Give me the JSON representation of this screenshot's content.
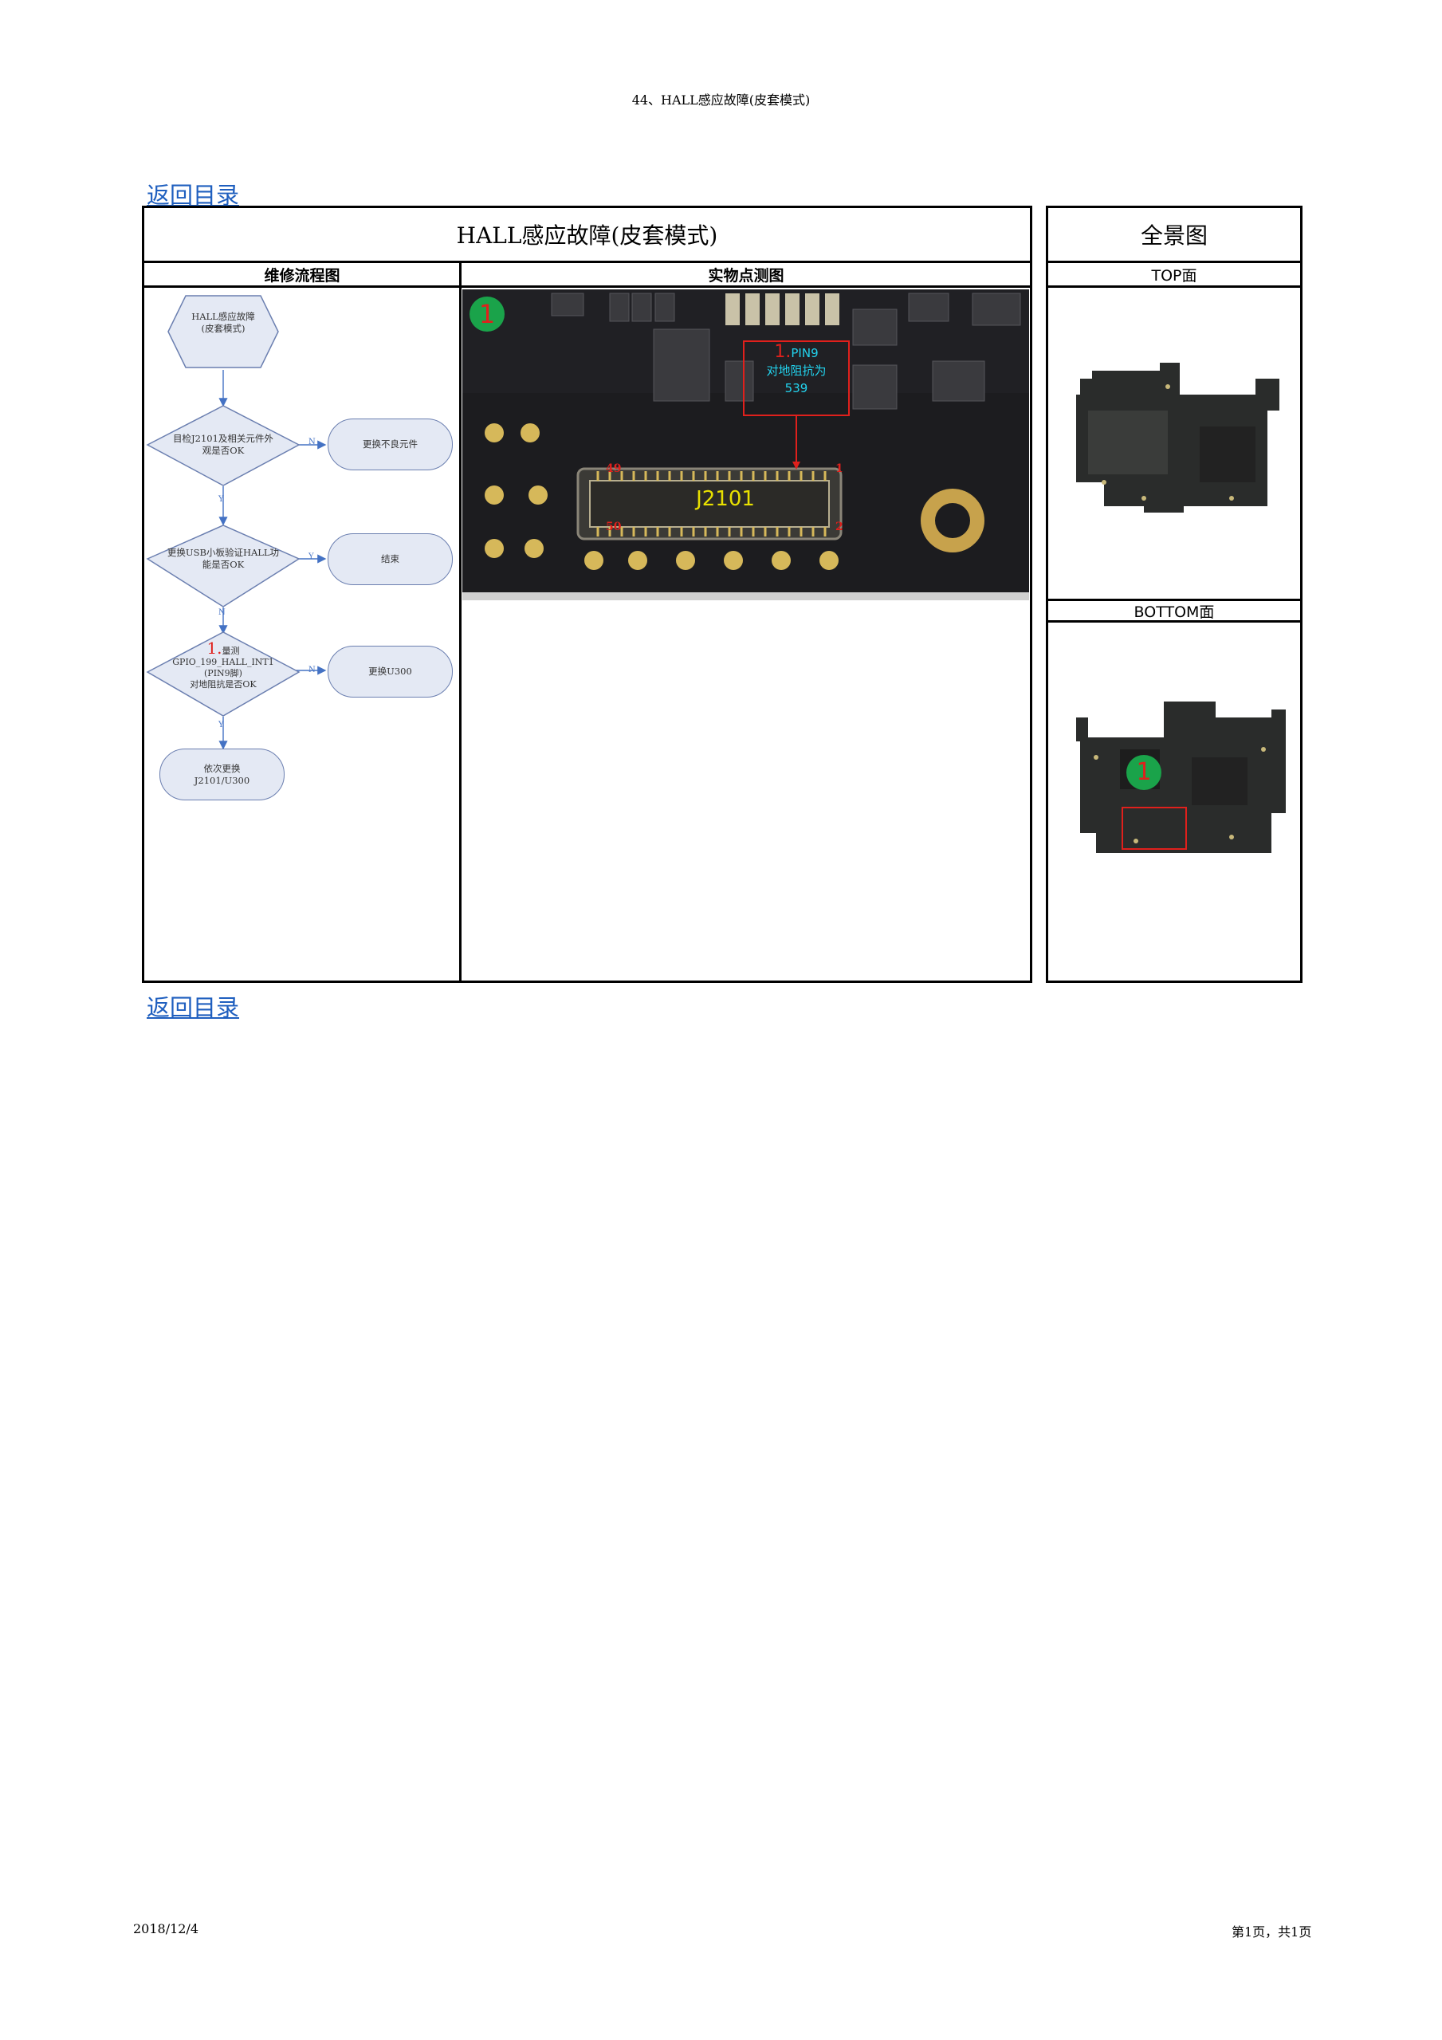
{
  "header": {
    "title": "44、HALL感应故障(皮套模式)"
  },
  "links": {
    "back_top": "返回目录",
    "back_bottom": "返回目录"
  },
  "table": {
    "main_title": "HALL感应故障(皮套模式)",
    "col_flow": "维修流程图",
    "col_photo": "实物点测图",
    "overview_title": "全景图",
    "top_label": "TOP面",
    "bottom_label": "BOTTOM面"
  },
  "flow": {
    "start": "HALL感应故障\n(皮套模式)",
    "d1": "目检J2101及相关元件外\n观是否OK",
    "d1_no": "更换不良元件",
    "d2": "更换USB小板验证HALL功\n能是否OK",
    "d2_yes": "结束",
    "d3_num": "1.",
    "d3_rest": "量测\nGPIO_199_HALL_INT1\n(PIN9脚)\n对地阻抗是否OK",
    "d3_no": "更换U300",
    "end": "依次更换\nJ2101/U300",
    "y1": "Y",
    "n1": "N",
    "y2": "Y",
    "n2": "N",
    "y3": "Y",
    "n3": "N"
  },
  "photo": {
    "marker": "1",
    "note_num": "1.",
    "note_line1": "PIN9",
    "note_line2": "对地阻抗为",
    "note_line3": "539",
    "connector": "J2101",
    "pin_49": "49",
    "pin_50": "50",
    "pin_1": "1",
    "pin_2": "2"
  },
  "overview": {
    "marker": "1"
  },
  "footer": {
    "date": "2018/12/4",
    "page": "第1页，共1页"
  },
  "colors": {
    "link": "#1f5fbf",
    "marker_green": "#1aa34a",
    "note_red": "#e0201c",
    "note_text": "#22d3ee",
    "connector_text": "#e8e000"
  }
}
